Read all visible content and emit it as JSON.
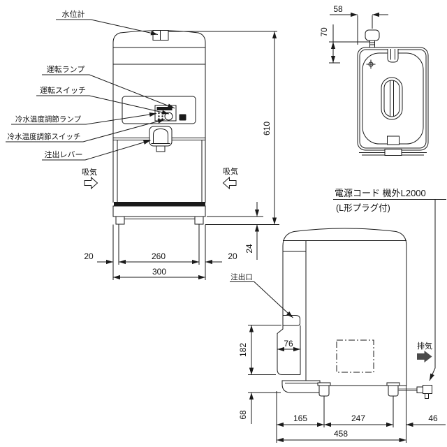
{
  "views": {
    "front": {
      "callouts": {
        "water_level_gauge": "水位計",
        "operation_lamp": "運転ランプ",
        "operation_switch": "運転スイッチ",
        "cold_temp_lamp": "冷水温度調節ランプ",
        "cold_temp_switch": "冷水温度調節スイッチ",
        "dispense_lever": "注出レバー"
      },
      "intake_left": "吸気",
      "intake_right": "吸気",
      "dims": {
        "height": "610",
        "margin_left": "20",
        "feet_span": "260",
        "margin_right": "20",
        "width": "300",
        "foot_height": "24"
      }
    },
    "top": {
      "dims": {
        "gauge_offset_x": "58",
        "gauge_offset_y": "70"
      }
    },
    "side": {
      "outlet": "注出口",
      "exhaust": "排気",
      "power_cord": "電源コード 機外L2000",
      "power_cord_note": "(L形プラグ付)",
      "dims": {
        "recess_height": "182",
        "recess_depth": "76",
        "base_height": "68",
        "front_leg": "165",
        "leg_span": "247",
        "rear_margin": "46",
        "depth": "458"
      }
    }
  },
  "colors": {
    "line": "#1a1a1a",
    "background": "#ffffff",
    "exhaust_arrow": "#4a4a4a"
  }
}
